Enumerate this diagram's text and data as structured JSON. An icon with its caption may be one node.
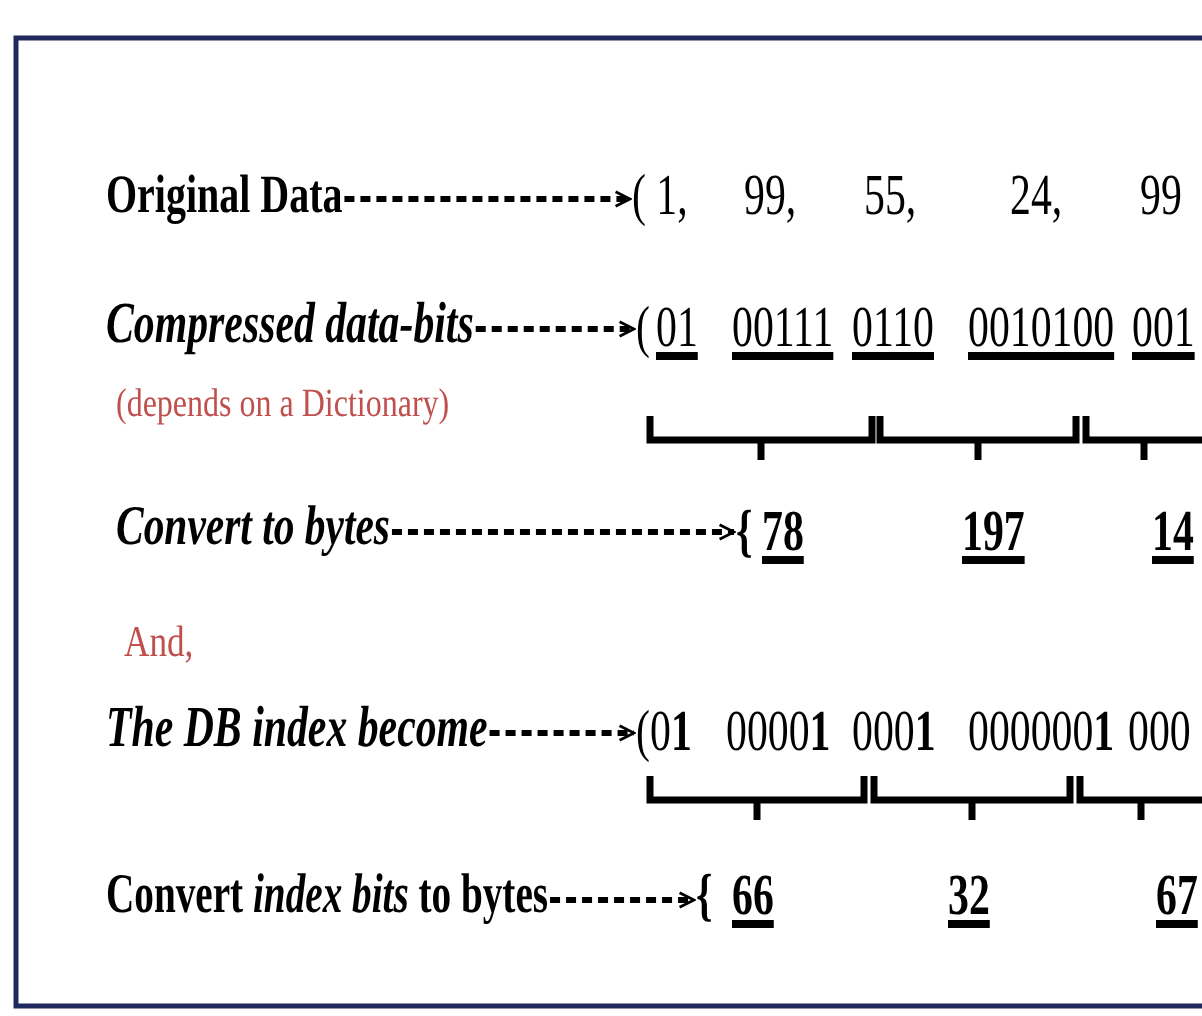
{
  "diagram": {
    "nodes": [
      {
        "text": [
          "Original Data"
        ]
      },
      {
        "text": [
          "( 1,",
          "99,",
          "55,",
          "24,",
          "99"
        ]
      },
      {
        "text": [
          "Compressed data-bits"
        ]
      },
      {
        "text": [
          "(",
          "01",
          "00111",
          "0110",
          "0010100",
          "001"
        ]
      },
      {
        "text": [
          "Convert to bytes"
        ]
      },
      {
        "text": [
          "{",
          "78",
          "197",
          "14"
        ]
      },
      {
        "text": [
          "The DB index become"
        ]
      },
      {
        "text": [
          "(",
          "0**1**",
          "0000**1**",
          "000**1**",
          "000000**1**",
          "000"
        ]
      },
      {
        "text": [
          "Convert *index bits* to bytes"
        ]
      },
      {
        "text": [
          "{",
          "66",
          "32",
          "67"
        ]
      }
    ],
    "edges": [
      {
        "from": 0,
        "to": 1,
        "arrow": "to",
        "style": "dashed"
      },
      {
        "from": 2,
        "to": 3,
        "arrow": "to",
        "style": "dashed"
      },
      {
        "from": 4,
        "to": 5,
        "arrow": "to",
        "style": "dashed"
      },
      {
        "from": 6,
        "to": 7,
        "arrow": "to",
        "style": "dashed"
      },
      {
        "from": 8,
        "to": 9,
        "arrow": "to",
        "style": "dashed"
      }
    ],
    "labels": [
      "(depends on a Dictionary)",
      "And,"
    ]
  }
}
